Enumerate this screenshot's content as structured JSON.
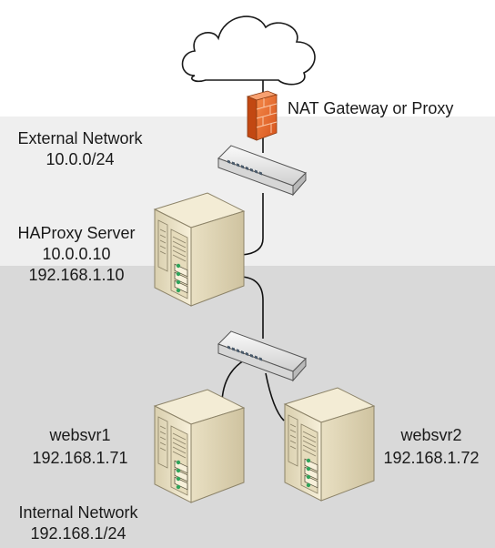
{
  "gateway": {
    "label": "NAT Gateway or Proxy"
  },
  "external_network": {
    "name": "External Network",
    "subnet": "10.0.0/24"
  },
  "haproxy": {
    "name": "HAProxy Server",
    "ip_external": "10.0.0.10",
    "ip_internal": "192.168.1.10"
  },
  "websvr1": {
    "name": "websvr1",
    "ip": "192.168.1.71"
  },
  "websvr2": {
    "name": "websvr2",
    "ip": "192.168.1.72"
  },
  "internal_network": {
    "name": "Internal Network",
    "subnet": "192.168.1/24"
  },
  "colors": {
    "external_zone": "#efefef",
    "internal_zone": "#d9d9d9",
    "firewall": "#e8642a",
    "server_body": "#efe6cc",
    "switch_body": "#e6e6e6",
    "link": "#111111"
  }
}
